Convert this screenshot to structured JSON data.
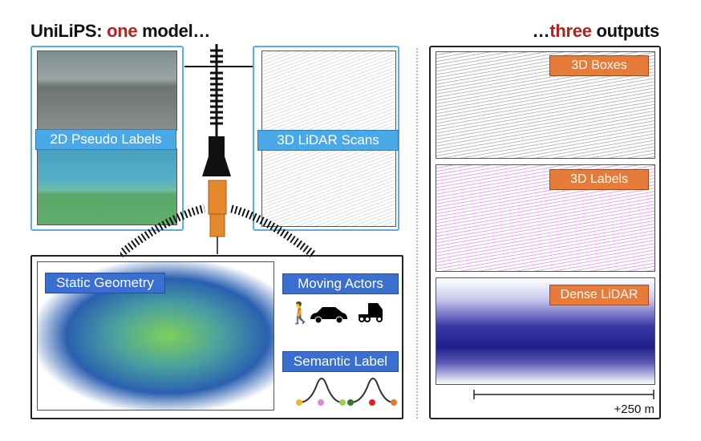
{
  "title_left": {
    "prefix": "UniLiPS: ",
    "highlight": "one",
    "suffix": " model…"
  },
  "title_right": {
    "prefix": "…",
    "highlight": "three",
    "suffix": " outputs"
  },
  "inputs": {
    "pseudo_labels": "2D Pseudo Labels",
    "lidar_scans": "3D LiDAR Scans"
  },
  "model": {
    "static_geometry": "Static Geometry",
    "moving_actors": "Moving Actors",
    "semantic_label": "Semantic Label",
    "semantic_colors_a": [
      "#f2b632",
      "#d98ad9",
      "#9ad04a"
    ],
    "semantic_colors_b": [
      "#2e7a2e",
      "#e02020",
      "#e07a30"
    ]
  },
  "outputs": {
    "boxes": "3D Boxes",
    "labels": "3D Labels",
    "dense": "Dense LiDAR",
    "scale": "+250 m"
  },
  "colors": {
    "accent_red": "#b0231c",
    "orange": "#e57c3c",
    "blue": "#3a6fd0",
    "light_blue": "#4aa8e6"
  }
}
